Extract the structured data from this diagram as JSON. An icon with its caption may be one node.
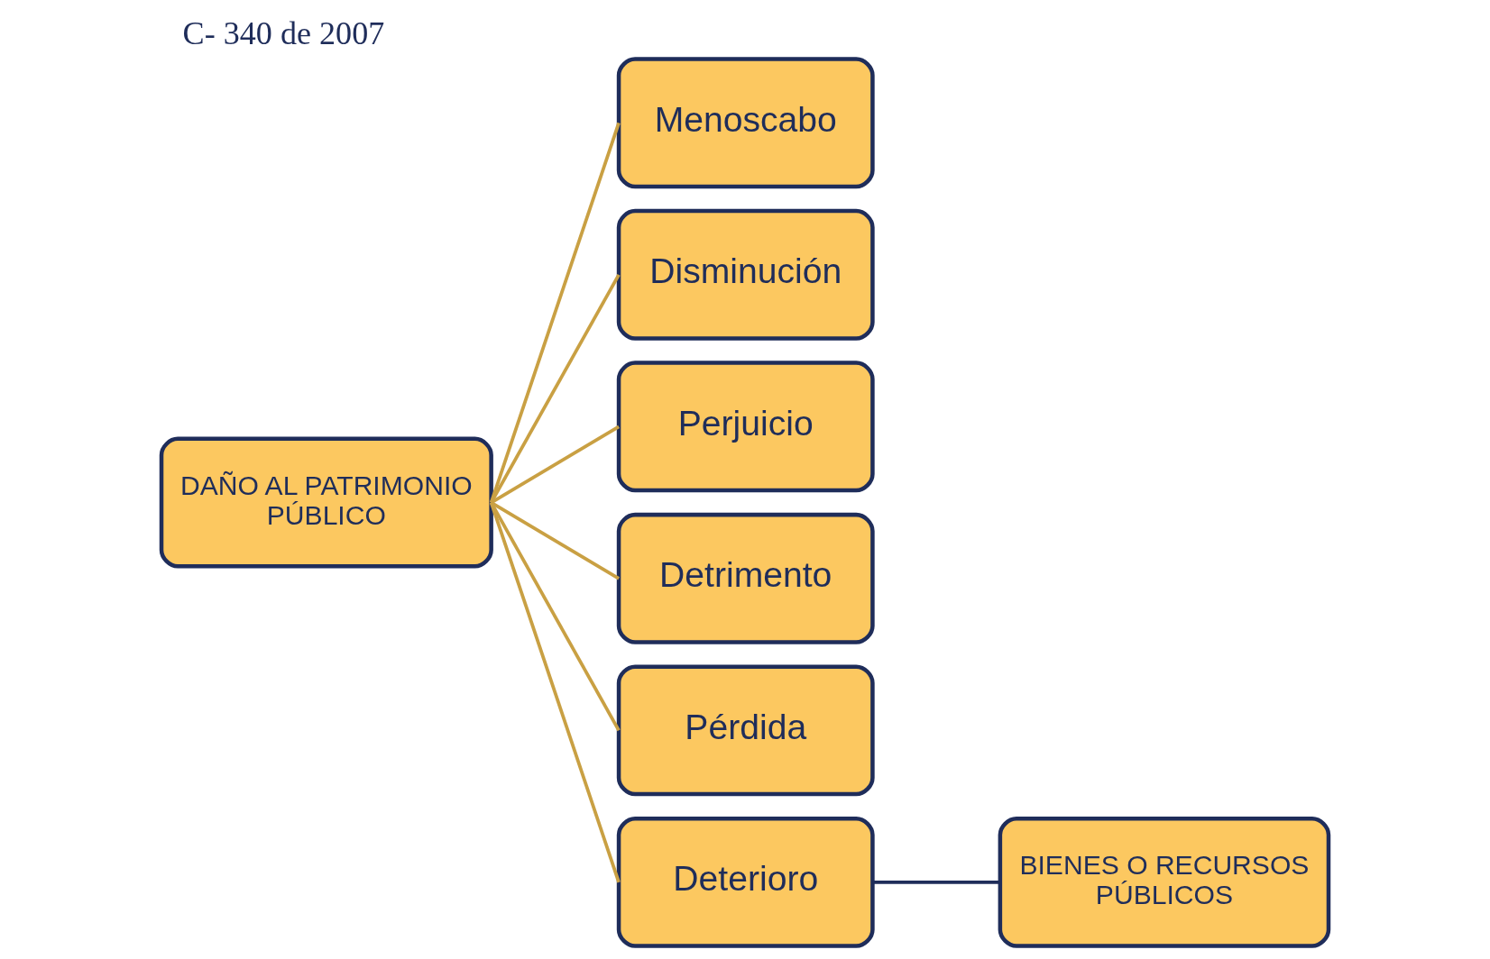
{
  "diagram": {
    "title": "C- 340 de 2007",
    "nodes": [
      {
        "text": [
          "DAÑO AL PATRIMONIO PÚBLICO"
        ]
      },
      {
        "text": [
          "Menoscabo"
        ]
      },
      {
        "text": [
          "Disminución"
        ]
      },
      {
        "text": [
          "Perjuicio"
        ]
      },
      {
        "text": [
          "Detrimento"
        ]
      },
      {
        "text": [
          "Pérdida"
        ]
      },
      {
        "text": [
          "Deterioro"
        ]
      },
      {
        "text": [
          "BIENES O RECURSOS PÚBLICOS"
        ]
      }
    ],
    "edges": [
      {
        "from": 0,
        "to": 1,
        "arrow": "none",
        "color": "#c9a043"
      },
      {
        "from": 0,
        "to": 2,
        "arrow": "none",
        "color": "#c9a043"
      },
      {
        "from": 0,
        "to": 3,
        "arrow": "none",
        "color": "#c9a043"
      },
      {
        "from": 0,
        "to": 4,
        "arrow": "none",
        "color": "#c9a043"
      },
      {
        "from": 0,
        "to": 5,
        "arrow": "none",
        "color": "#c9a043"
      },
      {
        "from": 0,
        "to": 6,
        "arrow": "none",
        "color": "#c9a043"
      },
      {
        "from": 6,
        "to": 7,
        "arrow": "none",
        "color": "#1f2d5a"
      }
    ]
  }
}
